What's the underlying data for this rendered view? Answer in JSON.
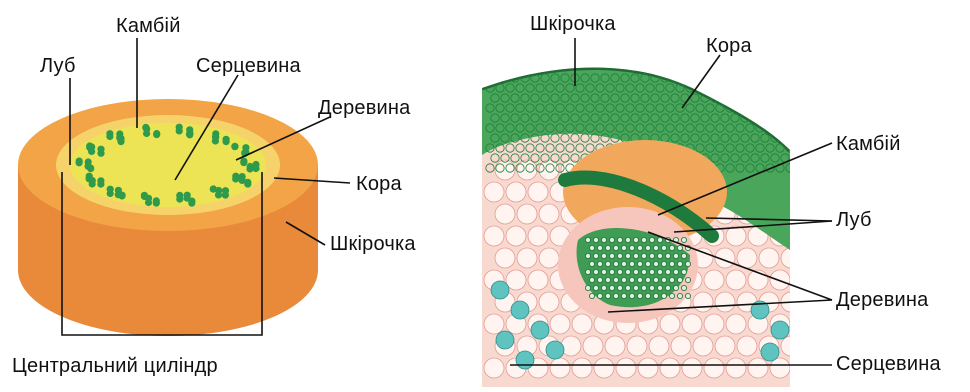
{
  "left_diagram": {
    "labels": {
      "cambium": "Камбій",
      "phloem": "Луб",
      "pith": "Серцевина",
      "xylem": "Деревина",
      "cortex": "Кора",
      "epidermis": "Шкірочка",
      "central_cylinder": "Центральний циліндр"
    }
  },
  "right_diagram": {
    "labels": {
      "epidermis": "Шкірочка",
      "cortex": "Кора",
      "cambium": "Камбій",
      "phloem": "Луб",
      "xylem": "Деревина",
      "pith": "Серцевина"
    }
  },
  "colors": {
    "cortex_orange": "#f0a53c",
    "cortex_side": "#e9893a",
    "pith_yellow": "#ece455",
    "bundle_green": "#2f9a4c",
    "epidermis_green": "#3a9e52",
    "cell_pink": "#f4b9b4",
    "cell_cyan": "#5fc3c0"
  }
}
